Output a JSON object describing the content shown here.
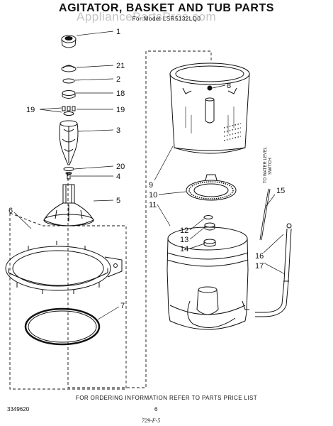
{
  "title": "AGITATOR, BASKET AND TUB PARTS",
  "subtitle": "For Model LSR5132LQ0",
  "watermark": "AppliancePartsPros.com",
  "footer": "FOR ORDERING INFORMATION REFER TO PARTS PRICE LIST",
  "doc_number": "3349620",
  "page_number": "6",
  "code": "729-F-5",
  "side_note_1": "TO WATER LEVEL",
  "side_note_2": "SWITCH",
  "callouts": {
    "c1": "1",
    "c21": "21",
    "c2": "2",
    "c18": "18",
    "c19a": "19",
    "c19b": "19",
    "c3": "3",
    "c20": "20",
    "c4": "4",
    "c5": "5",
    "c6": "6",
    "c7": "7",
    "c8": "8",
    "c9": "9",
    "c10": "10",
    "c11": "11",
    "c12": "12",
    "c13": "13",
    "c14": "14",
    "c15": "15",
    "c16": "16",
    "c17": "17"
  }
}
